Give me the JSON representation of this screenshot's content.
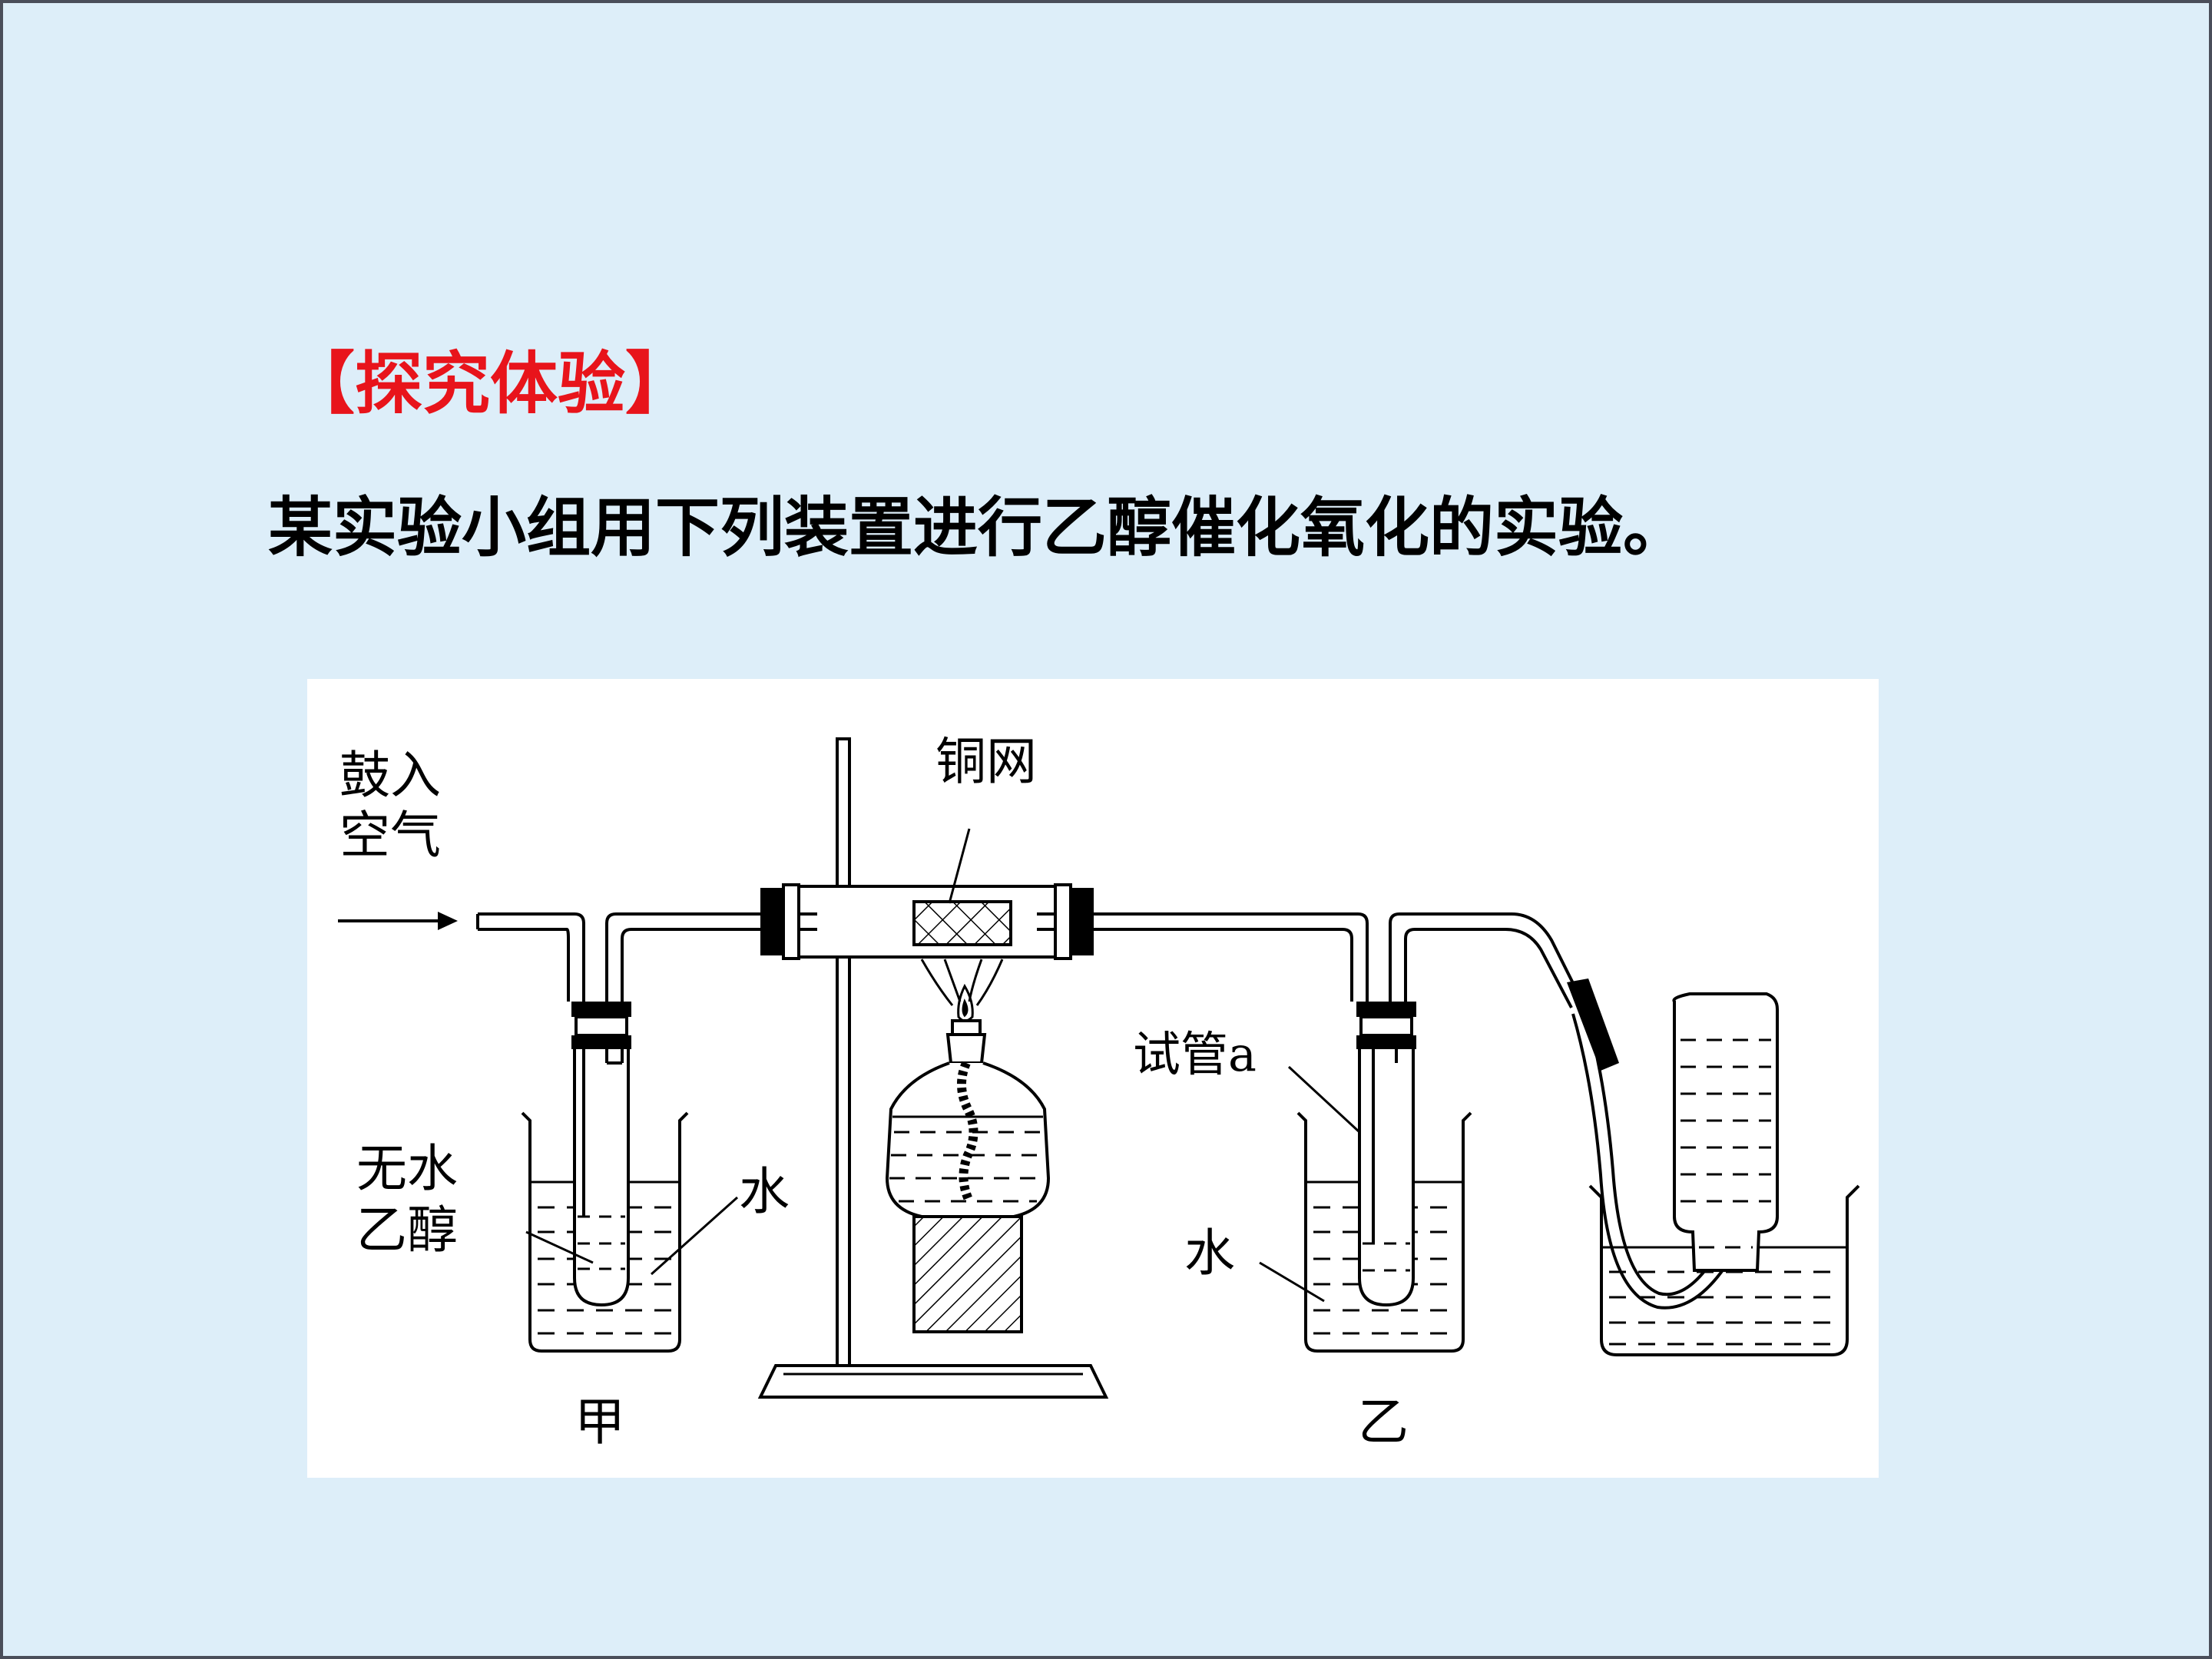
{
  "heading": "【探究体验】",
  "intro": "某实验小组用下列装置进行乙醇催化氧化的实验。",
  "diagram": {
    "labels": {
      "blow_air_line1": "鼓入",
      "blow_air_line2": "空气",
      "copper_mesh": "铜网",
      "test_tube_a": "试管a",
      "anhydrous_line1": "无水",
      "anhydrous_line2": "乙醇",
      "water_jia": "水",
      "water_yi": "水",
      "jia": "甲",
      "yi": "乙"
    },
    "colors": {
      "heading": "#e8141b",
      "background": "#ddeef9",
      "figure_background": "#ffffff",
      "stroke": "#000000"
    }
  }
}
